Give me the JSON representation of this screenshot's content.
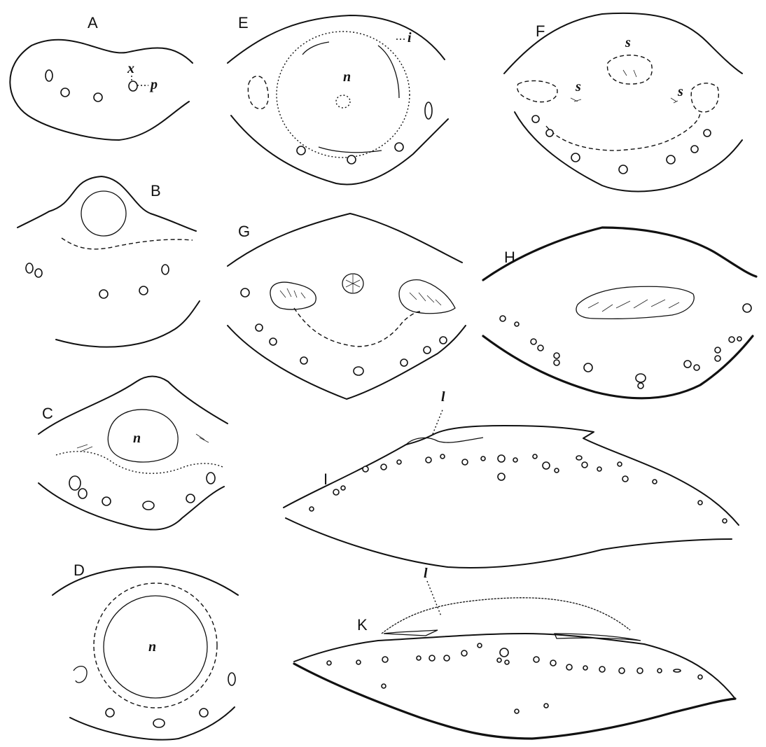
{
  "panels": {
    "A": {
      "label": "A",
      "marks": {
        "x": "x",
        "p": "p"
      }
    },
    "B": {
      "label": "B"
    },
    "C": {
      "label": "C",
      "marks": {
        "n": "n"
      }
    },
    "D": {
      "label": "D",
      "marks": {
        "n": "n"
      }
    },
    "E": {
      "label": "E",
      "marks": {
        "n": "n",
        "i": "i"
      }
    },
    "F": {
      "label": "F",
      "marks": {
        "s1": "s",
        "s2": "s",
        "s3": "s"
      }
    },
    "G": {
      "label": "G"
    },
    "H": {
      "label": "H"
    },
    "I": {
      "label": "I",
      "marks": {
        "l": "l"
      }
    },
    "K": {
      "label": "K",
      "marks": {
        "l": "l"
      }
    }
  }
}
